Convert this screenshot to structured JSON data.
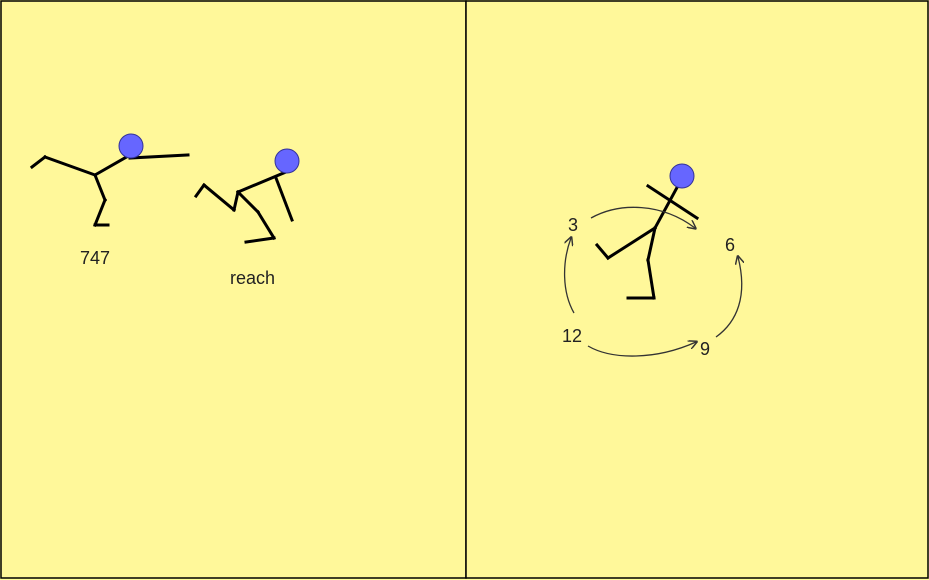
{
  "colors": {
    "background": "#ffff99",
    "panel_background": "#fff89a",
    "border": "#000000",
    "figure_stroke": "#000000",
    "head_fill": "#6666ff",
    "head_stroke": "#333399",
    "arrow_stroke": "#333333",
    "label_color": "#222222"
  },
  "left_panel": {
    "figures": [
      {
        "label": "747",
        "head_icon": "blue-circle-head"
      },
      {
        "label": "reach",
        "head_icon": "blue-circle-head"
      }
    ]
  },
  "right_panel": {
    "figure": {
      "head_icon": "blue-circle-head"
    },
    "clock_positions": [
      "3",
      "6",
      "9",
      "12"
    ]
  }
}
